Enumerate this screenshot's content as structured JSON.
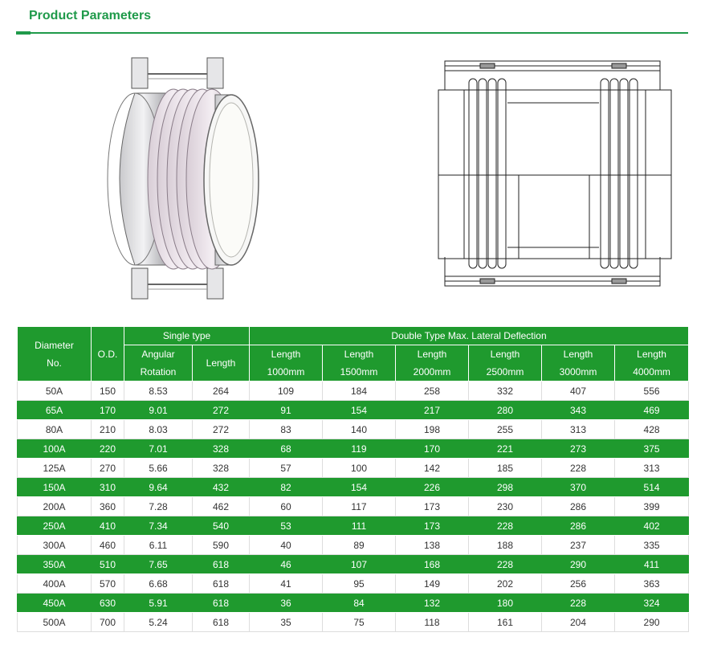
{
  "header": {
    "title": "Product Parameters"
  },
  "colors": {
    "accent": "#1f9a4a",
    "table_green": "#1f9a2e"
  },
  "figures": {
    "left": {
      "icon": "expansion-joint-3d-render-icon"
    },
    "right": {
      "icon": "expansion-joint-technical-drawing-icon"
    }
  },
  "table": {
    "headers": {
      "diameter_line1": "Diameter",
      "diameter_line2": "No.",
      "od": "O.D.",
      "single_type": "Single type",
      "double_type": "Double Type Max. Lateral Deflection",
      "angular_line1": "Angular",
      "angular_line2": "Rotation",
      "length": "Length",
      "len1000_line1": "Length",
      "len1000_line2": "1000mm",
      "len1500_line1": "Length",
      "len1500_line2": "1500mm",
      "len2000_line1": "Length",
      "len2000_line2": "2000mm",
      "len2500_line1": "Length",
      "len2500_line2": "2500mm",
      "len3000_line1": "Length",
      "len3000_line2": "3000mm",
      "len4000_line1": "Length",
      "len4000_line2": "4000mm"
    },
    "rows": [
      [
        "50A",
        "150",
        "8.53",
        "264",
        "109",
        "184",
        "258",
        "332",
        "407",
        "556"
      ],
      [
        "65A",
        "170",
        "9.01",
        "272",
        "91",
        "154",
        "217",
        "280",
        "343",
        "469"
      ],
      [
        "80A",
        "210",
        "8.03",
        "272",
        "83",
        "140",
        "198",
        "255",
        "313",
        "428"
      ],
      [
        "100A",
        "220",
        "7.01",
        "328",
        "68",
        "119",
        "170",
        "221",
        "273",
        "375"
      ],
      [
        "125A",
        "270",
        "5.66",
        "328",
        "57",
        "100",
        "142",
        "185",
        "228",
        "313"
      ],
      [
        "150A",
        "310",
        "9.64",
        "432",
        "82",
        "154",
        "226",
        "298",
        "370",
        "514"
      ],
      [
        "200A",
        "360",
        "7.28",
        "462",
        "60",
        "117",
        "173",
        "230",
        "286",
        "399"
      ],
      [
        "250A",
        "410",
        "7.34",
        "540",
        "53",
        "111",
        "173",
        "228",
        "286",
        "402"
      ],
      [
        "300A",
        "460",
        "6.11",
        "590",
        "40",
        "89",
        "138",
        "188",
        "237",
        "335"
      ],
      [
        "350A",
        "510",
        "7.65",
        "618",
        "46",
        "107",
        "168",
        "228",
        "290",
        "411"
      ],
      [
        "400A",
        "570",
        "6.68",
        "618",
        "41",
        "95",
        "149",
        "202",
        "256",
        "363"
      ],
      [
        "450A",
        "630",
        "5.91",
        "618",
        "36",
        "84",
        "132",
        "180",
        "228",
        "324"
      ],
      [
        "500A",
        "700",
        "5.24",
        "618",
        "35",
        "75",
        "118",
        "161",
        "204",
        "290"
      ]
    ]
  }
}
